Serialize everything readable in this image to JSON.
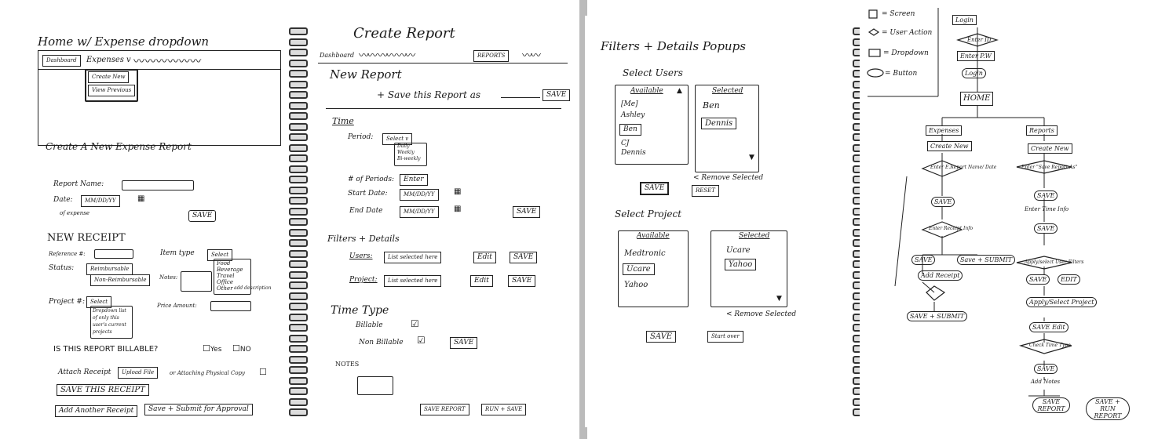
{
  "page1": {
    "title": "Home  w/ Expense dropdown",
    "nav": {
      "dashboard": "Dashboard",
      "expenses": "Expenses v",
      "menu": [
        "Create New",
        "View Previous"
      ]
    },
    "form_title": "Create A New Expense Report",
    "report_name_label": "Report Name:",
    "date_label": "Date:",
    "date_value": "MM/DD/YY",
    "date_note": "of expense",
    "save": "SAVE",
    "new_receipt": "NEW RECEIPT",
    "reference_label": "Reference #:",
    "item_type_label": "Item type",
    "item_type_select": "Select",
    "item_types": [
      "Food",
      "Beverage",
      "Travel",
      "Office",
      "Other"
    ],
    "other_note": "add description",
    "status_label": "Status:",
    "status_value": "Reimbursable",
    "status_other": "Non-Reimbursable",
    "notes_label": "Notes:",
    "project_label": "Project #:",
    "project_select": "Select",
    "project_note": [
      "Dropdown list",
      "of only this",
      "user's current",
      "projects"
    ],
    "price_label": "Price Amount:",
    "billable_q": "IS THIS REPORT BILLABLE?",
    "yes": "Yes",
    "no": "NO",
    "attach_label": "Attach Receipt",
    "upload": "Upload File",
    "or_copy": "or Attaching Physical Copy",
    "save_receipt": "SAVE THIS RECEIPT",
    "add_another": "Add Another Receipt",
    "submit": "Save + Submit for Approval"
  },
  "page2": {
    "title": "Create Report",
    "nav": {
      "dashboard": "Dashboard",
      "reports": "REPORTS"
    },
    "new_report": "New Report",
    "save_as": "+ Save this Report as",
    "save": "SAVE",
    "time": "Time",
    "period_label": "Period:",
    "period_select": "Select v",
    "period_options": [
      "Daily",
      "Weekly",
      "Bi-weekly"
    ],
    "num_periods_label": "# of Periods:",
    "enter": "Enter",
    "start_label": "Start Date:",
    "end_label": "End Date",
    "date_value": "MM/DD/YY",
    "filters": "Filters + Details",
    "users_label": "Users:",
    "users_value": "List selected here",
    "project_label": "Project:",
    "project_value": "List selected here",
    "edit": "Edit",
    "time_type": "Time Type",
    "billable": "Billable",
    "non_billable": "Non Billable",
    "notes": "NOTES",
    "save_report": "SAVE REPORT",
    "run_save": "RUN + SAVE"
  },
  "page3": {
    "title": "Filters + Details Popups",
    "select_users": "Select Users",
    "available": "Available",
    "selected": "Selected",
    "users_available": [
      "[Me]",
      "Ashley",
      "Ben",
      "CJ",
      "Dennis"
    ],
    "users_selected": [
      "Ben",
      "Dennis"
    ],
    "remove_selected": "< Remove Selected",
    "reset": "RESET",
    "save": "SAVE",
    "select_project": "Select Project",
    "projects_available": [
      "Medtronic",
      "Ucare",
      "Yahoo"
    ],
    "projects_selected": [
      "Ucare",
      "Yahoo"
    ],
    "remove_selected2": "< Remove Selected",
    "save2": "SAVE",
    "start_over": "Start over"
  },
  "page4": {
    "legend": [
      "= Screen",
      "= User Action",
      "= Dropdown",
      "= Button"
    ],
    "flow": {
      "login": "Login",
      "enter_id": "Enter ID",
      "enter_pw": "Enter P.W",
      "login_btn": "Login",
      "home": "HOME",
      "expenses": "Expenses",
      "reports": "Reports",
      "create_new_e": "Create New",
      "create_new_r": "Create New",
      "enter_e_report": "Enter E.Report Name/ Date",
      "enter_save_as": "Enter \"Save Report As\"",
      "save1": "SAVE",
      "save2": "SAVE",
      "enter_receipt": "Enter Receipt Info",
      "enter_time": "Enter Time Info",
      "save3": "SAVE",
      "save_e": "SAVE",
      "save_submit": "Save + SUBMIT",
      "apply_users": "Apply/select User Filters",
      "add_receipt": "Add Receipt",
      "save_r": "SAVE",
      "edit_r": "EDIT",
      "apply_project": "Apply/Select Project",
      "save_submit2": "SAVE + SUBMIT",
      "save_edit": "SAVE Edit",
      "check_time": "Check Time Type",
      "save4": "SAVE",
      "add_notes": "Add Notes",
      "save_report": "SAVE REPORT",
      "save_run": "SAVE + RUN REPORT"
    }
  }
}
